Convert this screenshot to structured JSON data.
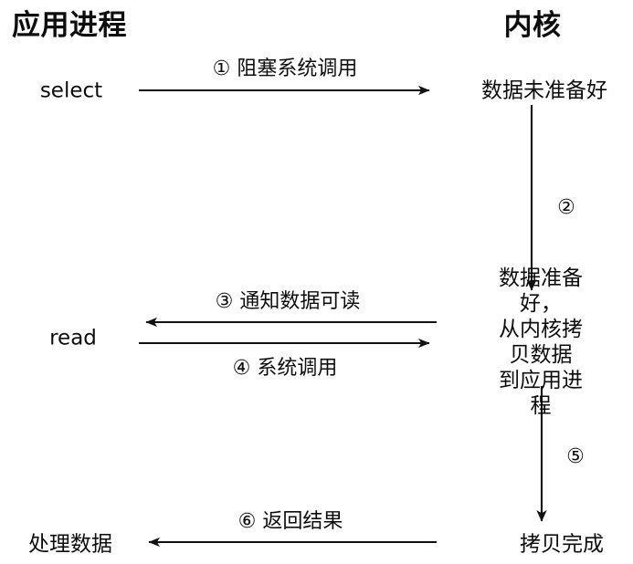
{
  "diagram": {
    "title_left": "应用进程",
    "title_right": "内核",
    "background_color": "#ffffff",
    "line_color": "#111111",
    "lanes": [
      {
        "name": "application-process",
        "header": "应用进程"
      },
      {
        "name": "kernel",
        "header": "内核"
      }
    ],
    "left_nodes": [
      {
        "name": "select",
        "label": "select"
      },
      {
        "name": "read",
        "label": "read"
      },
      {
        "name": "process-data",
        "label": "处理数据"
      }
    ],
    "right_nodes": [
      {
        "name": "data-not-ready",
        "label": "数据未准备好"
      },
      {
        "name": "data-ready-copy",
        "label": "数据准备好，\n从内核拷贝数据\n到应用进程"
      },
      {
        "name": "copy-complete",
        "label": "拷贝完成"
      }
    ],
    "steps": [
      {
        "id": "1",
        "badge": "①",
        "label": "① 阻塞系统调用",
        "direction": "right",
        "from": "select",
        "to": "data-not-ready"
      },
      {
        "id": "2",
        "badge": "②",
        "label": "②",
        "direction": "down",
        "from": "data-not-ready",
        "to": "data-ready-copy"
      },
      {
        "id": "3",
        "badge": "③",
        "label": "③ 通知数据可读",
        "direction": "left",
        "from": "data-ready-copy",
        "to": "read"
      },
      {
        "id": "4",
        "badge": "④",
        "label": "④ 系统调用",
        "direction": "right",
        "from": "read",
        "to": "data-ready-copy"
      },
      {
        "id": "5",
        "badge": "⑤",
        "label": "⑤",
        "direction": "down",
        "from": "data-ready-copy",
        "to": "copy-complete"
      },
      {
        "id": "6",
        "badge": "⑥",
        "label": "⑥ 返回结果",
        "direction": "left",
        "from": "copy-complete",
        "to": "process-data"
      }
    ]
  }
}
